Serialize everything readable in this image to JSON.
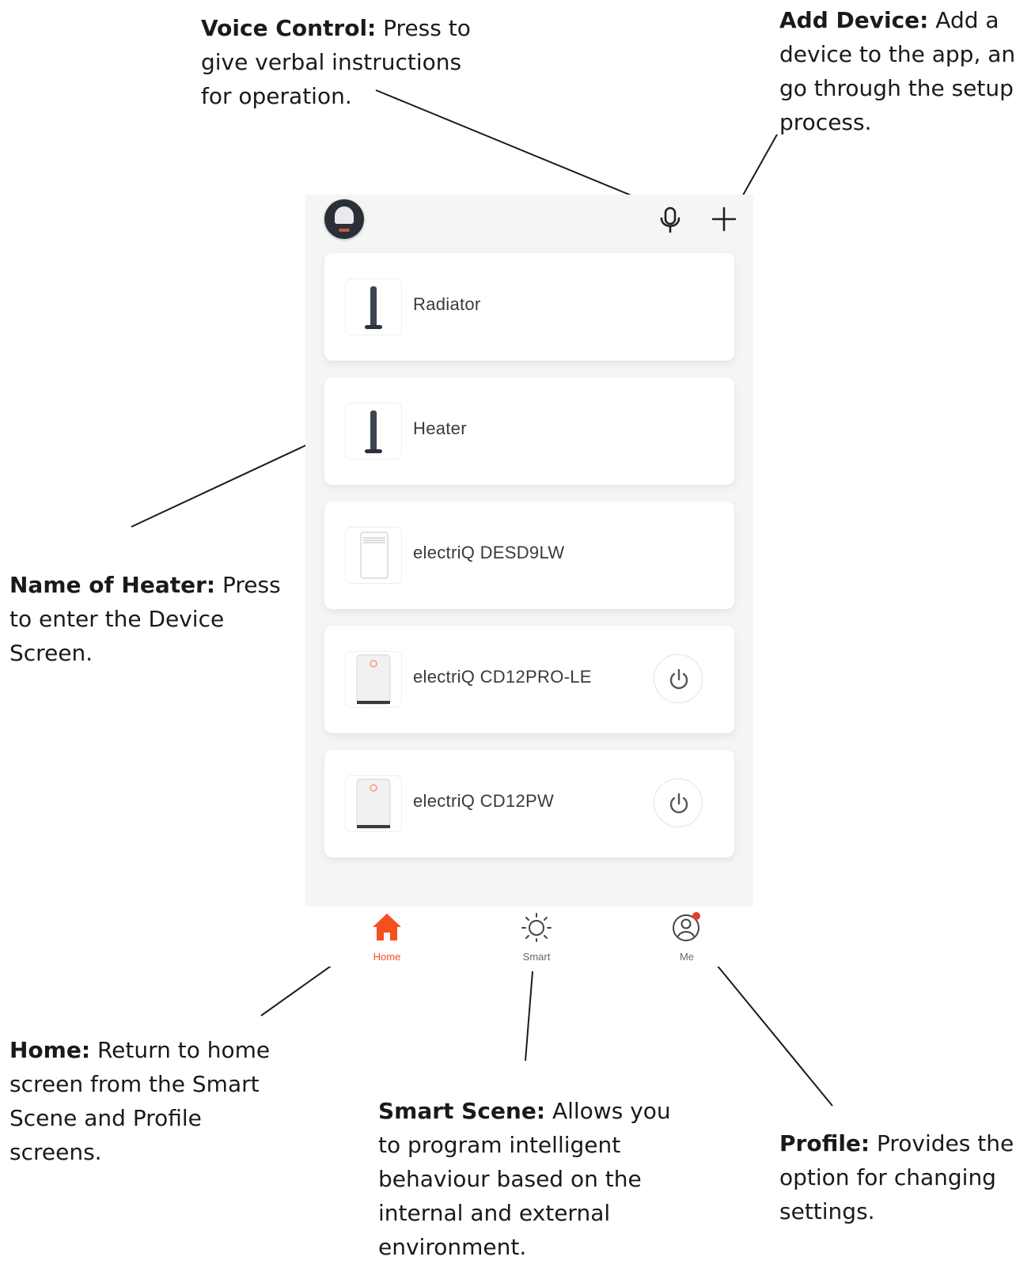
{
  "colors": {
    "accent": "#f4501e",
    "tab_inactive": "#6b6b6b",
    "notification_dot": "#e83a2b",
    "screen_bg": "#f5f5f6"
  },
  "callouts": {
    "voice": {
      "title": "Voice Control:",
      "lines": [
        " Press to",
        "give verbal instructions",
        "for operation."
      ]
    },
    "add": {
      "title": "Add Device:",
      "lines": [
        " Add a",
        "device to the app, and",
        "go through the setup",
        "process."
      ]
    },
    "heater": {
      "title": "Name of Heater:",
      "lines": [
        " Press",
        "to enter the Device",
        "Screen."
      ]
    },
    "home": {
      "title": "Home:",
      "lines": [
        " Return to home",
        "screen from the Smart",
        "Scene and Profile",
        "screens."
      ]
    },
    "smart": {
      "title": "Smart Scene:",
      "lines": [
        " Allows you",
        "to program intelligent",
        "behaviour based on the",
        "internal and external",
        "environment."
      ]
    },
    "profile": {
      "title": "Profile:",
      "lines": [
        " Provides the",
        "option for changing",
        "settings."
      ]
    }
  },
  "header": {
    "avatar_icon": "heater-avatar-icon",
    "voice_icon": "microphone-icon",
    "add_icon": "plus-icon"
  },
  "devices": [
    {
      "name": "Radiator",
      "icon": "tower-heater-icon",
      "power_button": false
    },
    {
      "name": "Heater",
      "icon": "tower-heater-icon",
      "power_button": false
    },
    {
      "name": "electriQ DESD9LW",
      "icon": "dehumidifier-icon",
      "power_button": false
    },
    {
      "name": "electriQ CD12PRO-LE",
      "icon": "dehumidifier-icon",
      "power_button": true
    },
    {
      "name": "electriQ CD12PW",
      "icon": "dehumidifier-icon",
      "power_button": true
    }
  ],
  "tabs": [
    {
      "label": "Home",
      "icon": "home-icon",
      "active": true
    },
    {
      "label": "Smart",
      "icon": "sun-icon",
      "active": false
    },
    {
      "label": "Me",
      "icon": "profile-icon",
      "active": false,
      "badge": true
    }
  ]
}
